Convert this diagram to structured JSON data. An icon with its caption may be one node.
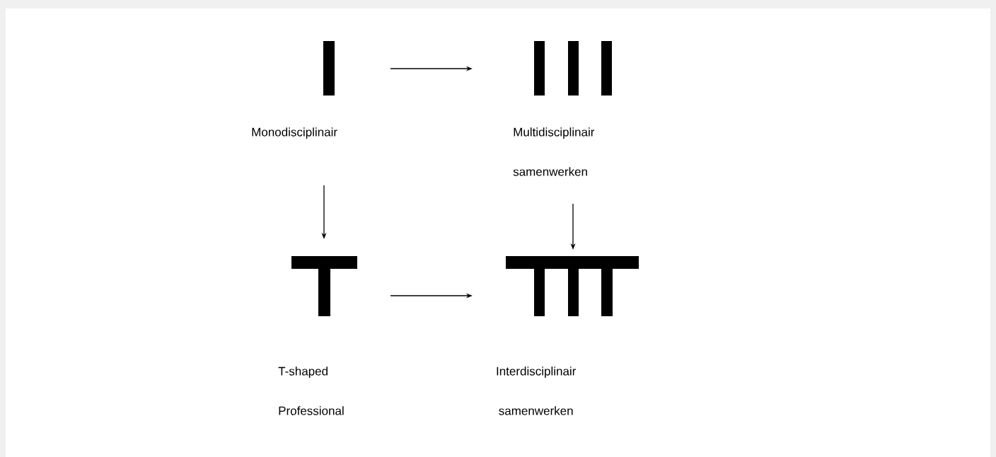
{
  "diagram": {
    "nodes": [
      {
        "text": [
          "Monodisciplinair"
        ]
      },
      {
        "text": [
          "Multidisciplinair samenwerken"
        ]
      },
      {
        "text": [
          "T-shaped Professional"
        ]
      },
      {
        "text": [
          "Interdisciplinair samenwerken"
        ]
      }
    ],
    "edges": [
      {
        "from": 0,
        "to": 1,
        "arrow": "to"
      },
      {
        "from": 0,
        "to": 2,
        "arrow": "to"
      },
      {
        "from": 1,
        "to": 3,
        "arrow": "to"
      },
      {
        "from": 2,
        "to": 3,
        "arrow": "to"
      }
    ]
  }
}
